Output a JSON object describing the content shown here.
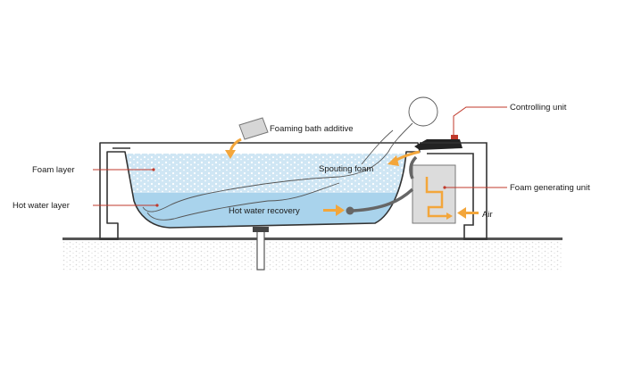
{
  "labels": {
    "foaming_bath_additive": "Foaming bath additive",
    "foam_layer": "Foam layer",
    "hot_water_layer": "Hot water layer",
    "spouting_foam": "Spouting foam",
    "hot_water_recovery": "Hot water recovery",
    "controlling_unit": "Controlling unit",
    "foam_generating_unit": "Foam generating unit",
    "air": "Air"
  },
  "colors": {
    "foam": "#cfe6f4",
    "water": "#a9d3ec",
    "arrow": "#f3a63b",
    "leader": "#c0392b",
    "tub_outline": "#333333",
    "unit": "#dcdcdc",
    "floor": "#eeeeee"
  }
}
